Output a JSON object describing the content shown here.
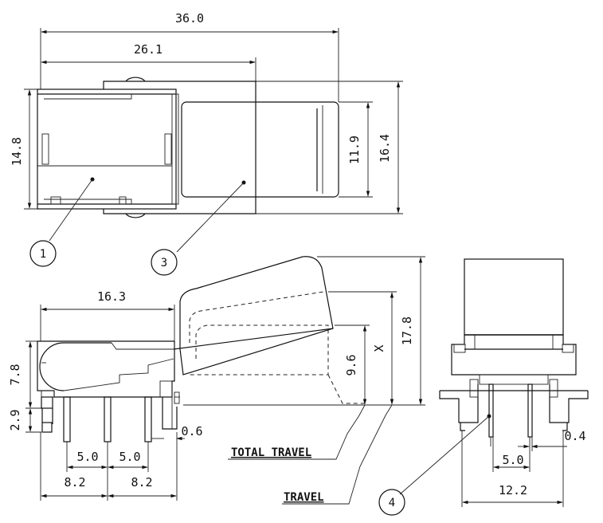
{
  "top_view": {
    "dim_overall_length": "36.0",
    "dim_body_length": "26.1",
    "dim_body_height": "14.8",
    "dim_cap_height": "11.9",
    "dim_overall_height": "16.4",
    "callout_1": "1",
    "callout_3": "3"
  },
  "side_view": {
    "dim_length": "16.3",
    "dim_height": "7.8",
    "dim_pin_length": "2.9",
    "dim_pin_width": "0.6",
    "dim_pitch_a": "5.0",
    "dim_pitch_b": "5.0",
    "dim_span_a": "8.2",
    "dim_span_b": "8.2",
    "dim_cap_top": "17.8",
    "dim_x": "X",
    "dim_travel_height": "9.6",
    "total_travel_label": "TOTAL TRAVEL",
    "travel_label": "TRAVEL"
  },
  "end_view": {
    "dim_pin_thickness": "0.4",
    "dim_pin_pitch": "5.0",
    "dim_width": "12.2",
    "callout_4": "4"
  }
}
